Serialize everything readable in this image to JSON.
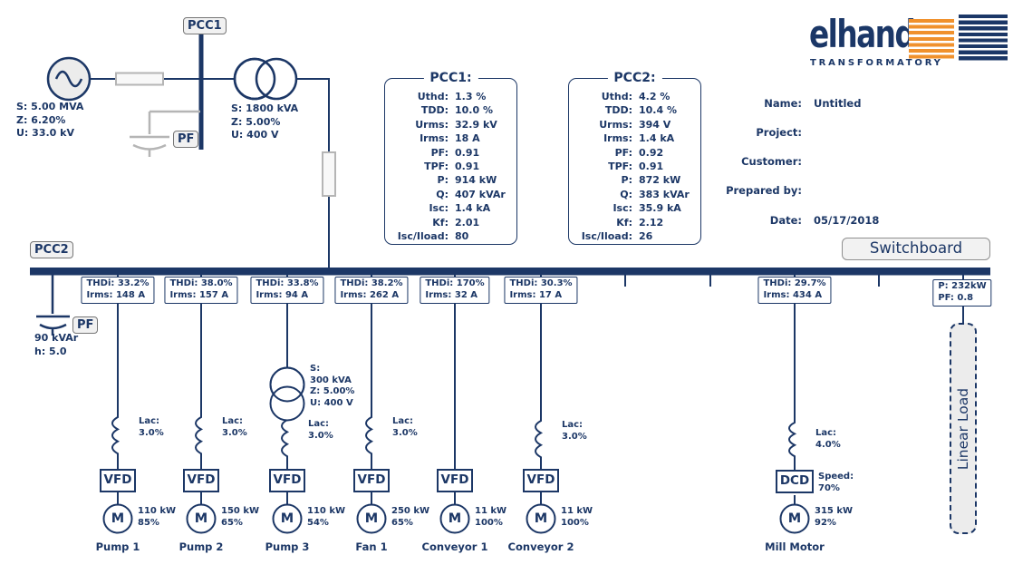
{
  "colors": {
    "navy": "#1c3766",
    "orange": "#f0912d",
    "panel_gray": "#f1f1f1"
  },
  "tags": {
    "pcc1": "PCC1",
    "pcc2": "PCC2",
    "pf_top": "PF",
    "pf_bus": "PF"
  },
  "source": {
    "s": "S: 5.00 MVA",
    "z": "Z: 6.20%",
    "u": "U: 33.0 kV"
  },
  "main_transformer": {
    "s": "S: 1800 kVA",
    "z": "Z: 5.00%",
    "u": "U: 400 V"
  },
  "pcc1_panel": {
    "title": "PCC1:",
    "rows": [
      {
        "label": "Uthd:",
        "value": "1.3 %"
      },
      {
        "label": "TDD:",
        "value": "10.0 %"
      },
      {
        "label": "Urms:",
        "value": "32.9 kV"
      },
      {
        "label": "Irms:",
        "value": "18 A"
      },
      {
        "label": "PF:",
        "value": "0.91"
      },
      {
        "label": "TPF:",
        "value": "0.91"
      },
      {
        "label": "P:",
        "value": "914 kW"
      },
      {
        "label": "Q:",
        "value": "407 kVAr"
      },
      {
        "label": "Isc:",
        "value": "1.4 kA"
      },
      {
        "label": "Kf:",
        "value": "2.01"
      },
      {
        "label": "Isc/Iload:",
        "value": "80"
      }
    ]
  },
  "pcc2_panel": {
    "title": "PCC2:",
    "rows": [
      {
        "label": "Uthd:",
        "value": "4.2 %"
      },
      {
        "label": "TDD:",
        "value": "10.4 %"
      },
      {
        "label": "Urms:",
        "value": "394 V"
      },
      {
        "label": "Irms:",
        "value": "1.4 kA"
      },
      {
        "label": "PF:",
        "value": "0.92"
      },
      {
        "label": "TPF:",
        "value": "0.91"
      },
      {
        "label": "P:",
        "value": "872 kW"
      },
      {
        "label": "Q:",
        "value": "383 kVAr"
      },
      {
        "label": "Isc:",
        "value": "35.9 kA"
      },
      {
        "label": "Kf:",
        "value": "2.12"
      },
      {
        "label": "Isc/Iload:",
        "value": "26"
      }
    ]
  },
  "branding": {
    "logo": "elhand",
    "tagline": "TRANSFORMATORY"
  },
  "project_info": [
    {
      "label": "Name:",
      "value": "Untitled"
    },
    {
      "label": "Project:",
      "value": ""
    },
    {
      "label": "Customer:",
      "value": ""
    },
    {
      "label": "Prepared by:",
      "value": ""
    },
    {
      "label": "Date:",
      "value": "05/17/2018"
    }
  ],
  "switchboard": {
    "label": "Switchboard"
  },
  "pcc2_compensation": {
    "rating": "90 kVAr",
    "harmonic": "h: 5.0"
  },
  "pump3_transformer": [
    "S:",
    "300 kVA",
    "Z: 5.00%",
    "U: 400 V"
  ],
  "feeders": [
    {
      "name": "Pump 1",
      "thdi": "THDi: 33.2%",
      "irms": "Irms: 148 A",
      "lac_label": "Lac:",
      "lac_value": "3.0%",
      "drive": "VFD",
      "motor_letter": "M",
      "power": "110 kW",
      "load": "85%"
    },
    {
      "name": "Pump 2",
      "thdi": "THDi: 38.0%",
      "irms": "Irms: 157 A",
      "lac_label": "Lac:",
      "lac_value": "3.0%",
      "drive": "VFD",
      "motor_letter": "M",
      "power": "150 kW",
      "load": "65%"
    },
    {
      "name": "Pump 3",
      "thdi": "THDi: 33.8%",
      "irms": "Irms: 94 A",
      "lac_label": "Lac:",
      "lac_value": "3.0%",
      "drive": "VFD",
      "motor_letter": "M",
      "power": "110 kW",
      "load": "54%"
    },
    {
      "name": "Fan 1",
      "thdi": "THDi: 38.2%",
      "irms": "Irms: 262 A",
      "lac_label": "Lac:",
      "lac_value": "3.0%",
      "drive": "VFD",
      "motor_letter": "M",
      "power": "250 kW",
      "load": "65%"
    },
    {
      "name": "Conveyor 1",
      "thdi": "THDi: 170%",
      "irms": "Irms: 32 A",
      "drive": "VFD",
      "motor_letter": "M",
      "power": "11 kW",
      "load": "100%"
    },
    {
      "name": "Conveyor 2",
      "thdi": "THDi: 30.3%",
      "irms": "Irms: 17 A",
      "lac_label": "Lac:",
      "lac_value": "3.0%",
      "drive": "VFD",
      "motor_letter": "M",
      "power": "11 kW",
      "load": "100%"
    },
    {
      "name": "Mill Motor",
      "thdi": "THDi: 29.7%",
      "irms": "Irms: 434 A",
      "lac_label": "Lac:",
      "lac_value": "4.0%",
      "drive": "DCD",
      "speed_label": "Speed:",
      "speed_value": "70%",
      "motor_letter": "M",
      "power": "315 kW",
      "load": "92%"
    }
  ],
  "linear_load": {
    "p": "P: 232kW",
    "pf": "PF: 0.8",
    "label": "Linear Load"
  }
}
